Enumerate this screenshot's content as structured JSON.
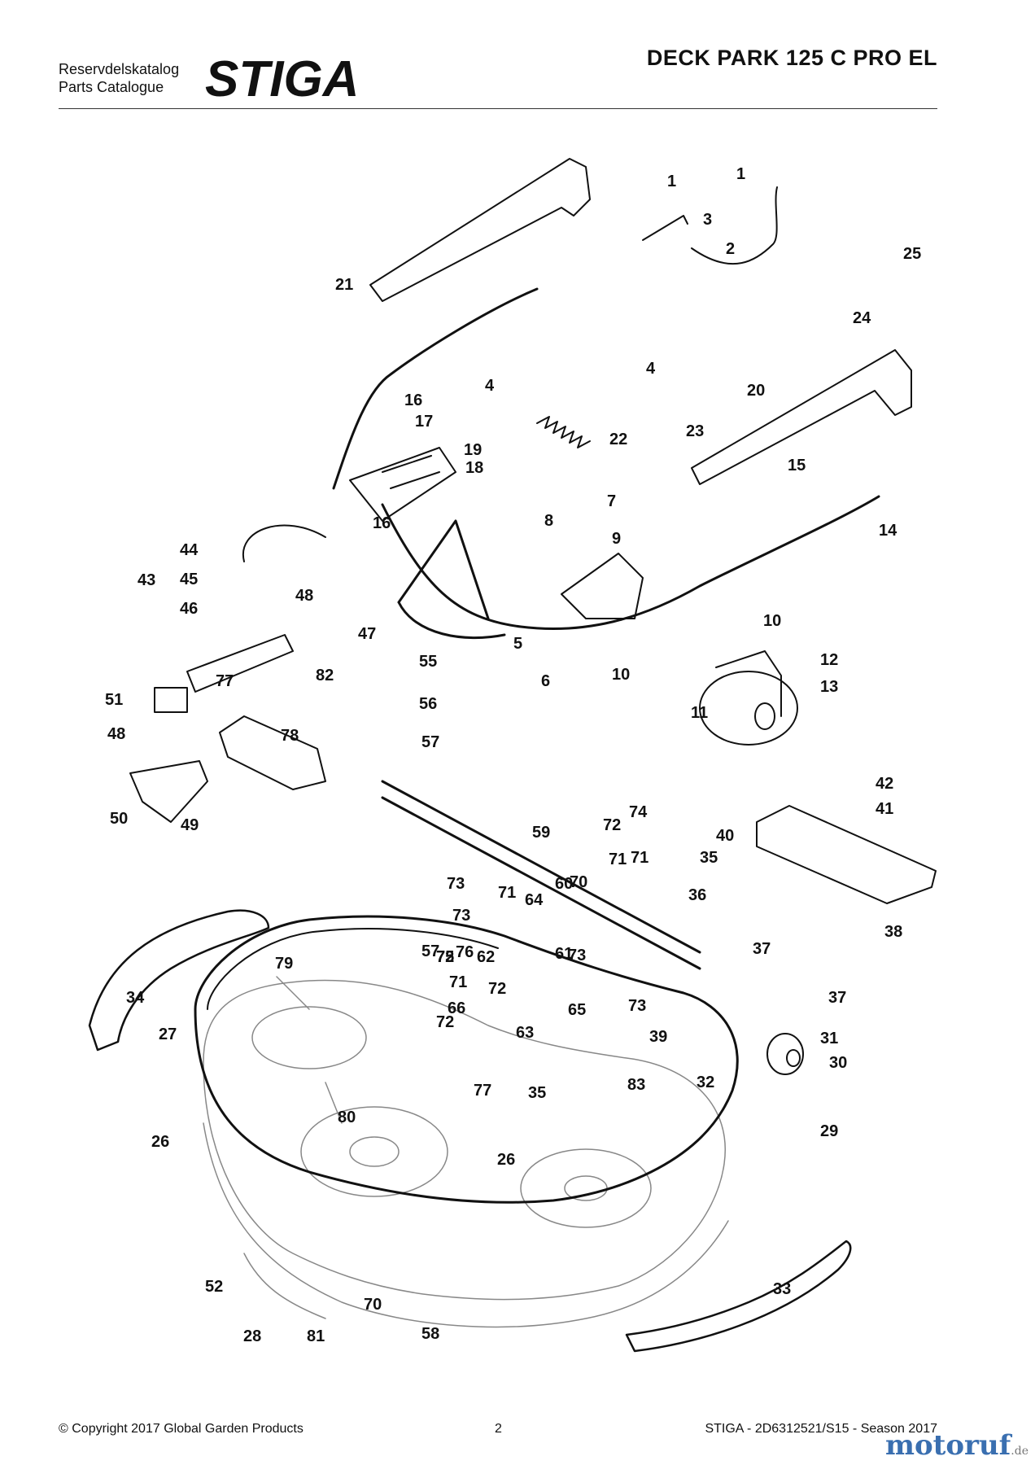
{
  "header": {
    "catalog_sv": "Reservdelskatalog",
    "catalog_en": "Parts Catalogue",
    "brand": "STIGA",
    "title": "DECK PARK 125 C PRO EL"
  },
  "diagram": {
    "callouts": [
      "1",
      "1",
      "2",
      "3",
      "4",
      "4",
      "5",
      "6",
      "7",
      "8",
      "9",
      "10",
      "10",
      "11",
      "12",
      "13",
      "14",
      "15",
      "16",
      "16",
      "17",
      "18",
      "19",
      "20",
      "21",
      "22",
      "23",
      "24",
      "25",
      "26",
      "26",
      "27",
      "28",
      "29",
      "30",
      "31",
      "32",
      "33",
      "34",
      "35",
      "35",
      "36",
      "37",
      "37",
      "38",
      "39",
      "40",
      "41",
      "42",
      "43",
      "44",
      "45",
      "46",
      "47",
      "48",
      "48",
      "49",
      "50",
      "51",
      "52",
      "55",
      "56",
      "57",
      "57",
      "58",
      "59",
      "60",
      "61",
      "62",
      "63",
      "64",
      "65",
      "66",
      "70",
      "70",
      "71",
      "71",
      "71",
      "71",
      "72",
      "72",
      "72",
      "72",
      "73",
      "73",
      "73",
      "73",
      "74",
      "75",
      "76",
      "77",
      "77",
      "78",
      "79",
      "80",
      "81",
      "82",
      "83"
    ]
  },
  "footer": {
    "copyright": "© Copyright 2017 Global Garden Products",
    "page": "2",
    "reference": "STIGA - 2D6312521/S15 - Season 2017"
  },
  "watermark": {
    "name": "motoruf",
    "tld": ".de"
  },
  "colors": {
    "ink": "#111111",
    "watermark": "#3a6fb0"
  }
}
